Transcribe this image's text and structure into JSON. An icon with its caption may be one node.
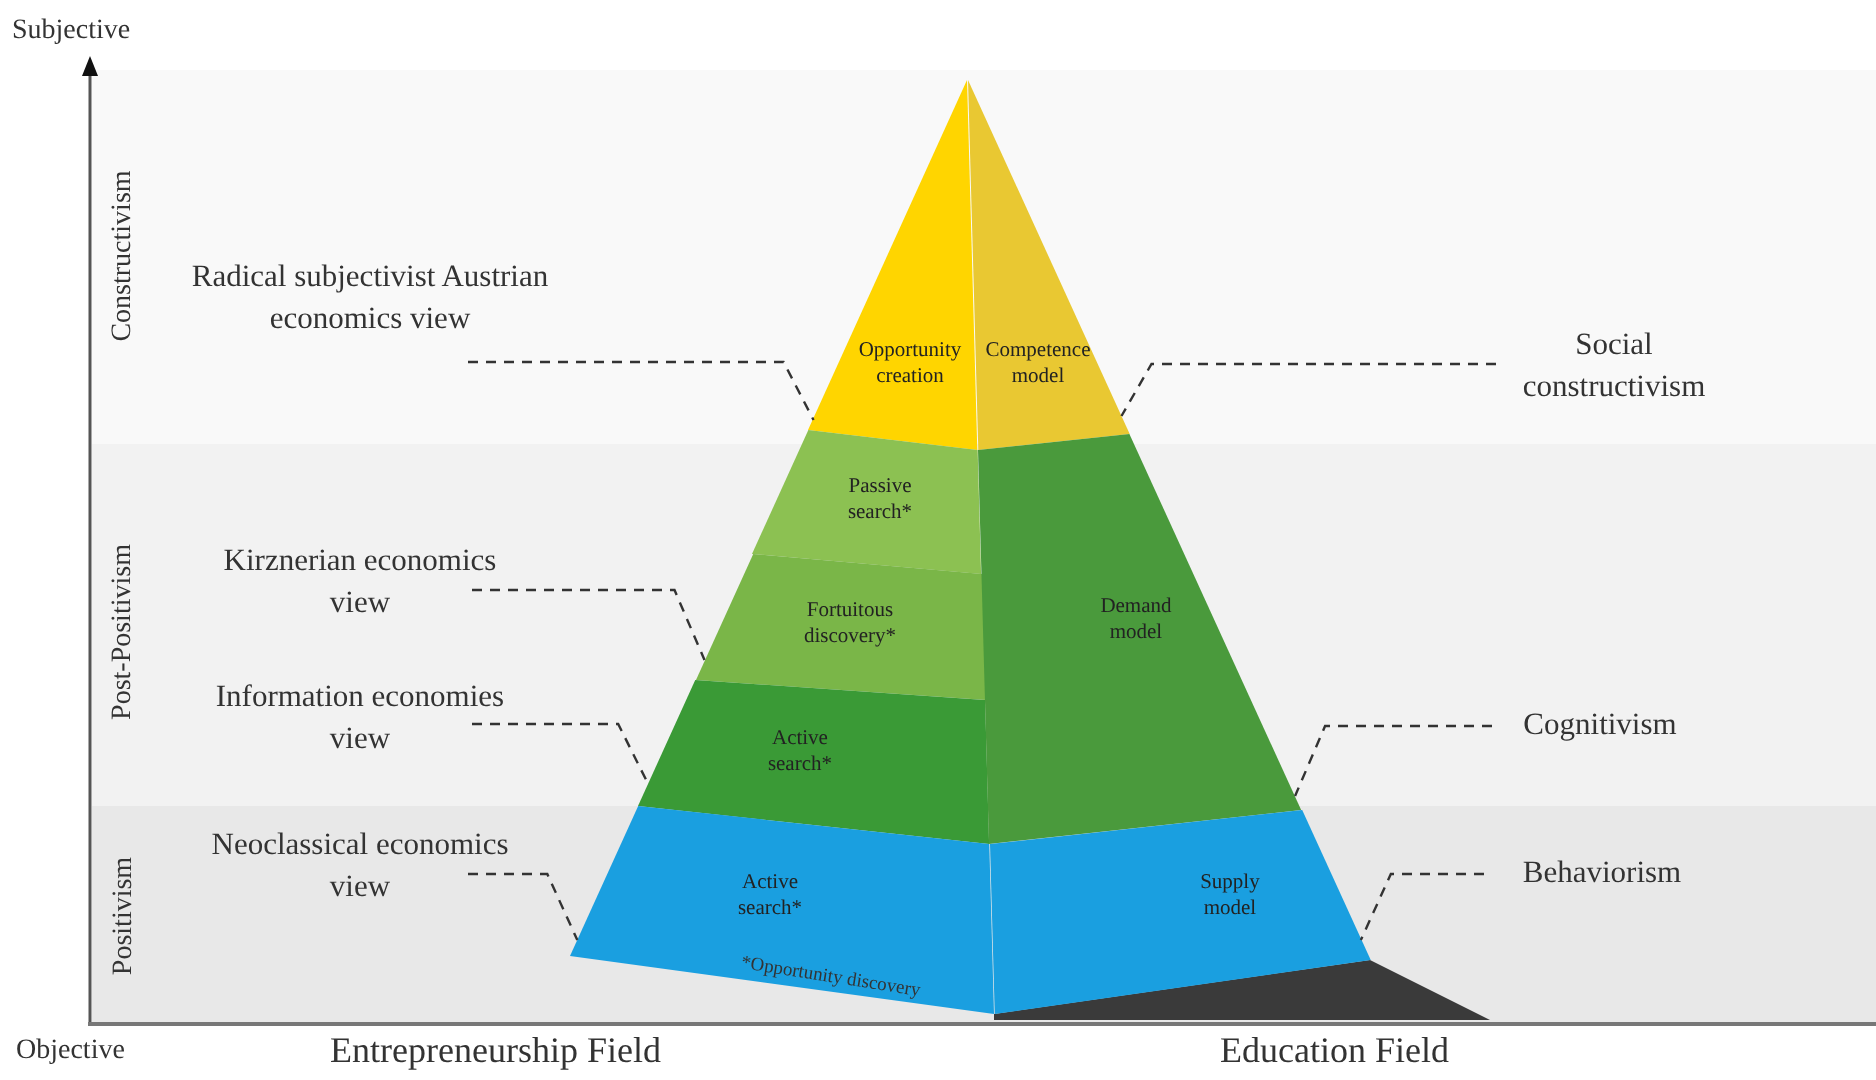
{
  "diagram": {
    "nodes": [
      {
        "text": [
          "Opportunity creation"
        ]
      },
      {
        "text": [
          "Competence model"
        ]
      },
      {
        "text": [
          "Passive search*"
        ]
      },
      {
        "text": [
          "Fortuitous discovery*"
        ]
      },
      {
        "text": [
          "Active search*"
        ]
      },
      {
        "text": [
          "Demand model"
        ]
      },
      {
        "text": [
          "Active search*"
        ]
      },
      {
        "text": [
          "Supply model"
        ]
      },
      {
        "text": [
          "Radical subjectivist Austrian economics view"
        ]
      },
      {
        "text": [
          "Kirznerian economics view"
        ]
      },
      {
        "text": [
          "Information economies view"
        ]
      },
      {
        "text": [
          "Neoclassical economics view"
        ]
      },
      {
        "text": [
          "Social constructivism"
        ]
      },
      {
        "text": [
          "Cognitivism"
        ]
      },
      {
        "text": [
          "Behaviorism"
        ]
      }
    ],
    "edges": [
      {
        "from": 8,
        "to": 0,
        "arrow": "none",
        "style": "dashed"
      },
      {
        "from": 9,
        "to": 3,
        "arrow": "none",
        "style": "dashed"
      },
      {
        "from": 10,
        "to": 4,
        "arrow": "none",
        "style": "dashed"
      },
      {
        "from": 11,
        "to": 6,
        "arrow": "none",
        "style": "dashed"
      },
      {
        "from": 12,
        "to": 1,
        "arrow": "none",
        "style": "dashed"
      },
      {
        "from": 13,
        "to": 5,
        "arrow": "none",
        "style": "dashed"
      },
      {
        "from": 14,
        "to": 7,
        "arrow": "none",
        "style": "dashed"
      }
    ],
    "labels": [
      "Subjective",
      "Constructivism",
      "Post-Positivism",
      "Positivism",
      "*Opportunity discovery",
      "Objective",
      "Entrepreneurship Field",
      "Education Field"
    ]
  }
}
